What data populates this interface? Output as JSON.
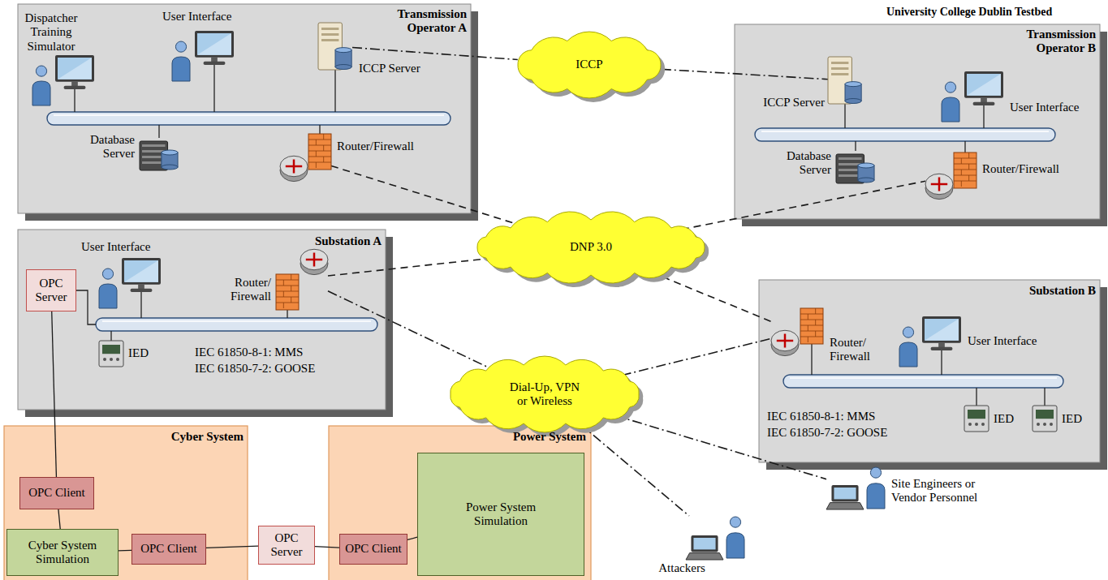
{
  "diagram": {
    "title": "University College Dublin Testbed",
    "nodes": [
      {
        "text": [
          "Transmission Operator A"
        ]
      },
      {
        "text": [
          "Dispatcher Training Simulator"
        ],
        "in": 0
      },
      {
        "text": [
          "User Interface"
        ],
        "in": 0
      },
      {
        "text": [
          "ICCP Server"
        ],
        "in": 0
      },
      {
        "text": [
          "Database Server"
        ],
        "in": 0
      },
      {
        "text": [
          "Router/Firewall"
        ],
        "in": 0
      },
      {
        "text": [
          "ICCP"
        ]
      },
      {
        "text": [
          "Transmission Operator B"
        ]
      },
      {
        "text": [
          "ICCP Server"
        ],
        "in": 7
      },
      {
        "text": [
          "User Interface"
        ],
        "in": 7
      },
      {
        "text": [
          "Database Server"
        ],
        "in": 7
      },
      {
        "text": [
          "Router/Firewall"
        ],
        "in": 7
      },
      {
        "text": [
          "DNP 3.0"
        ]
      },
      {
        "text": [
          "Substation A"
        ]
      },
      {
        "text": [
          "User Interface"
        ],
        "in": 13
      },
      {
        "text": [
          "OPC Server"
        ],
        "in": 13
      },
      {
        "text": [
          "Router/ Firewall"
        ],
        "in": 13
      },
      {
        "text": [
          "IED"
        ],
        "in": 13
      },
      {
        "text": [
          "Dial-Up, VPN or Wireless"
        ]
      },
      {
        "text": [
          "Substation B"
        ]
      },
      {
        "text": [
          "Router/ Firewall"
        ],
        "in": 19
      },
      {
        "text": [
          "User Interface"
        ],
        "in": 19
      },
      {
        "text": [
          "IED"
        ],
        "in": 19
      },
      {
        "text": [
          "IED"
        ],
        "in": 19
      },
      {
        "text": [
          "Cyber System"
        ]
      },
      {
        "text": [
          "OPC Client"
        ],
        "in": 24
      },
      {
        "text": [
          "Cyber System Simulation"
        ],
        "in": 24
      },
      {
        "text": [
          "OPC Client"
        ],
        "in": 24
      },
      {
        "text": [
          "OPC Server"
        ]
      },
      {
        "text": [
          "Power System"
        ]
      },
      {
        "text": [
          "OPC Client"
        ],
        "in": 29
      },
      {
        "text": [
          "Power System Simulation"
        ],
        "in": 29
      },
      {
        "text": [
          "Attackers"
        ]
      },
      {
        "text": [
          "Site Engineers or Vendor Personnel"
        ]
      }
    ],
    "edges": [
      {
        "from": 3,
        "to": 6,
        "arrow": "none"
      },
      {
        "from": 6,
        "to": 8,
        "arrow": "none"
      },
      {
        "from": 5,
        "to": 12,
        "arrow": "none"
      },
      {
        "from": 12,
        "to": 11,
        "arrow": "none"
      },
      {
        "from": 16,
        "to": 12,
        "arrow": "none"
      },
      {
        "from": 12,
        "to": 20,
        "arrow": "none"
      },
      {
        "from": 16,
        "to": 18,
        "arrow": "none"
      },
      {
        "from": 18,
        "to": 20,
        "arrow": "none"
      },
      {
        "from": 18,
        "to": 32,
        "arrow": "none"
      },
      {
        "from": 18,
        "to": 33,
        "arrow": "none"
      },
      {
        "from": 15,
        "to": 25,
        "arrow": "none"
      },
      {
        "from": 25,
        "to": 26,
        "arrow": "none"
      },
      {
        "from": 26,
        "to": 27,
        "arrow": "none"
      },
      {
        "from": 27,
        "to": 28,
        "arrow": "none"
      },
      {
        "from": 28,
        "to": 30,
        "arrow": "none"
      },
      {
        "from": 30,
        "to": 31,
        "arrow": "none"
      }
    ],
    "labels": [
      "IEC 61850-8-1: MMS",
      "IEC 61850-7-2: GOOSE",
      "IEC 61850-8-1: MMS",
      "IEC 61850-7-2: GOOSE"
    ]
  }
}
